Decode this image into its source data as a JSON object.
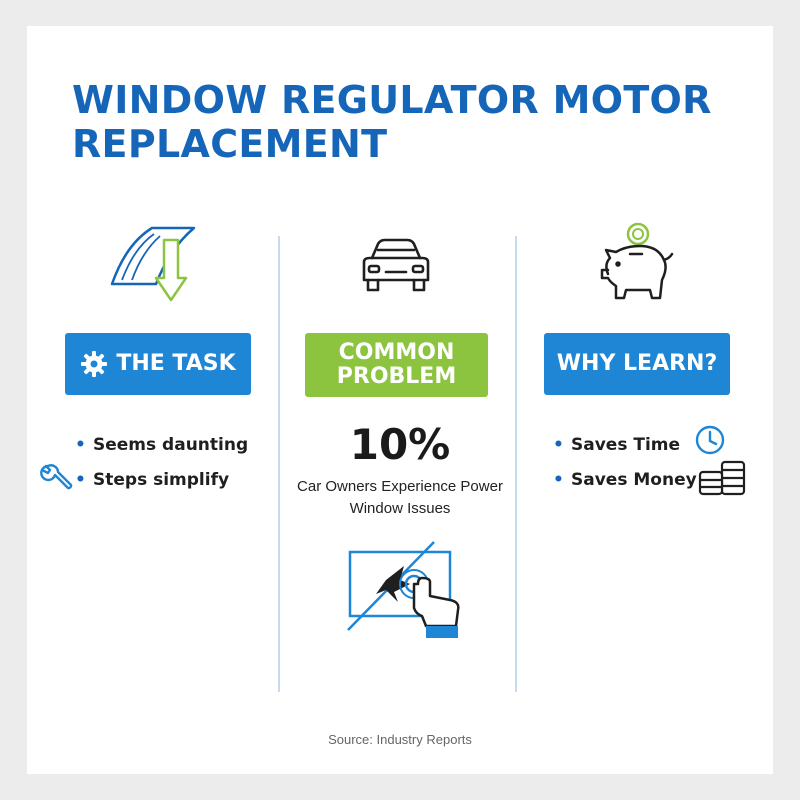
{
  "title": "WINDOW REGULATOR MOTOR REPLACEMENT",
  "columns": [
    {
      "icon": "window-down-arrow-icon",
      "label": "THE TASK",
      "label_icon": "gear-icon",
      "bullets": [
        "Seems daunting",
        "Steps simplify"
      ],
      "side_icon": "wrench-icon",
      "color": "#1f86d6"
    },
    {
      "icon": "car-icon",
      "label": "COMMON PROBLEM",
      "stat_value": "10%",
      "stat_caption": "Car Owners Experience Power Window Issues",
      "bottom_icon": "broken-window-hand-icon",
      "color": "#8cc43f"
    },
    {
      "icon": "piggy-bank-icon",
      "label": "WHY LEARN?",
      "bullets": [
        "Saves Time",
        "Saves Money"
      ],
      "side_icons": [
        "clock-icon",
        "coin-stack-icon"
      ],
      "color": "#1f86d6"
    }
  ],
  "source": "Source: Industry Reports"
}
